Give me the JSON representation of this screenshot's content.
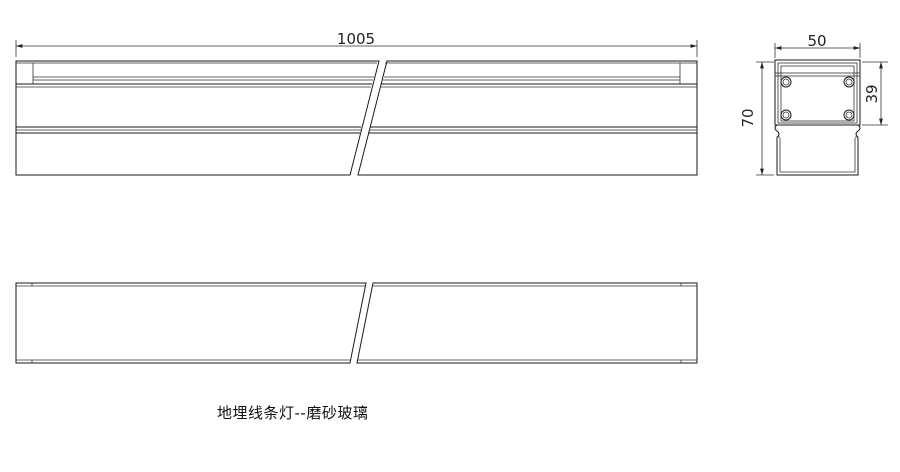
{
  "dimensions": {
    "length": "1005",
    "width": "50",
    "height": "70",
    "inner_height": "39"
  },
  "caption": "地埋线条灯--磨砂玻璃"
}
